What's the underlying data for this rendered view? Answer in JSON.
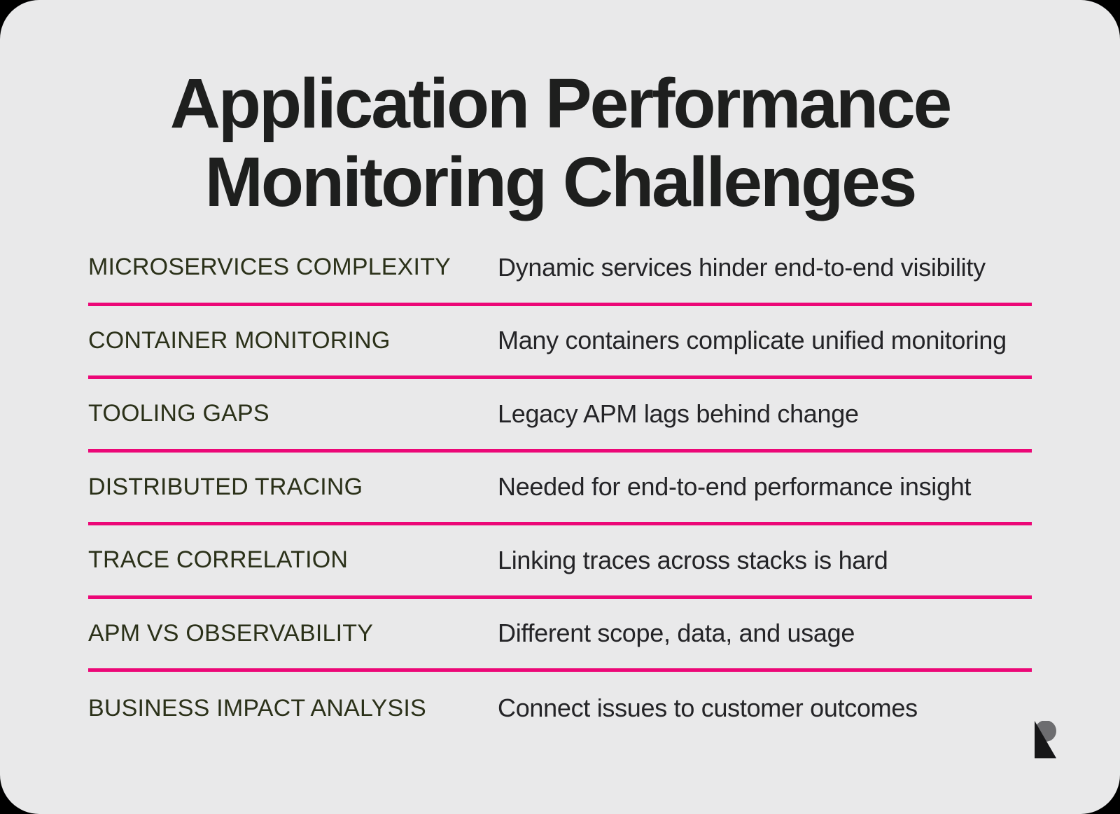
{
  "title": {
    "full": "Application Performance Monitoring Challenges",
    "line1": "Application Performance",
    "line2": "Monitoring Challenges"
  },
  "rows": [
    {
      "label": "MICROSERVICES COMPLEXITY",
      "desc": "Dynamic services hinder end-to-end visibility"
    },
    {
      "label": "CONTAINER MONITORING",
      "desc": "Many containers complicate unified monitoring"
    },
    {
      "label": "TOOLING GAPS",
      "desc": "Legacy APM lags behind change"
    },
    {
      "label": "DISTRIBUTED TRACING",
      "desc": "Needed for end-to-end performance insight"
    },
    {
      "label": "TRACE CORRELATION",
      "desc": "Linking traces across stacks is hard"
    },
    {
      "label": "APM VS OBSERVABILITY",
      "desc": "Different scope, data, and usage"
    },
    {
      "label": "BUSINESS IMPACT ANALYSIS",
      "desc": "Connect issues to customer outcomes"
    }
  ],
  "logo": {
    "name": "r-mark-logo"
  },
  "colors": {
    "page_bg": "#000000",
    "card_bg": "#E9E9EA",
    "title": "#1E1F1E",
    "label": "#2B3119",
    "desc": "#242427",
    "divider": "#EC0777",
    "logo_dark": "#161618",
    "logo_gray": "#6D6D70"
  }
}
